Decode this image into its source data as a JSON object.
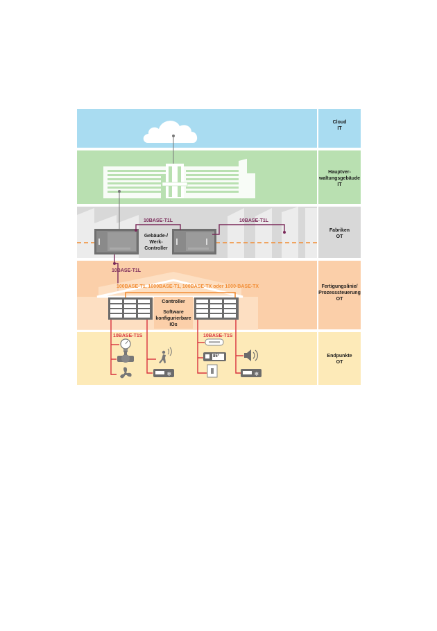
{
  "layers": [
    {
      "name": "Cloud\nIT"
    },
    {
      "name": "Hauptver-\nwaltungsgebäude\nIT"
    },
    {
      "name": "Fabriken\nOT"
    },
    {
      "name": "Fertigungslinie/\nProzesssteuerung\nOT"
    },
    {
      "name": "Endpunkte\nOT"
    }
  ],
  "labels": {
    "t1l_a": "10BASE-T1L",
    "t1l_b": "10BASE-T1L",
    "t1l_c": "10BASE-T1L",
    "ethernet": "100BASE-T1, 1000BASE-T1, 100BASE-TX oder 1000-BASE-TX",
    "t1s_a": "10BASE-T1S",
    "t1s_b": "10BASE-T1S",
    "plant_controller": "Gebäude-/\nWerk-\nController",
    "controller": "Controller",
    "software_ios": "Software\nkonfigurierbare\nIOs",
    "thermostat_reading": "85°"
  },
  "colors": {
    "cloud_band": "#a9dcf1",
    "hq_band": "#b9e0b1",
    "factory_band": "#d8d8d8",
    "line_band": "#fbcfa9",
    "endpoint_band": "#fdeab8",
    "t1l": "#7b2a5a",
    "ethernet": "#f28c32",
    "t1s": "#d8323e"
  }
}
